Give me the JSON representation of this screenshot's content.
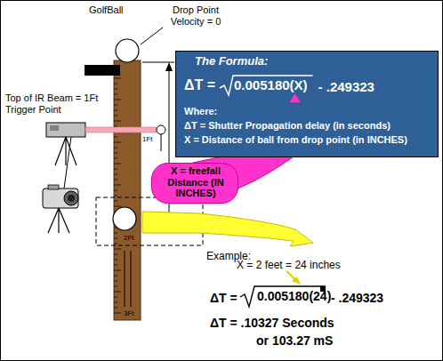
{
  "diagram": {
    "nodes": [
      {
        "text": [
          "The Formula:",
          "ΔT =",
          "0.005180(X)",
          "- .249323",
          "Where:",
          "ΔT = Shutter Propagation delay (in seconds)",
          "X = Distance of ball from drop point (in INCHES)"
        ]
      },
      {
        "text": [
          "X = freefall Distance (IN INCHES)"
        ]
      }
    ],
    "labels": [
      "GolfBall",
      "Drop Point Velocity = 0",
      "Top of IR Beam = 1Ft Trigger Point",
      "1Ft",
      "2Ft",
      "3Ft",
      "Example:",
      "X = 2 feet = 24 inches",
      "ΔT =",
      "0.005180(24)",
      "- .249323",
      "ΔT = .10327 Seconds",
      "or 103.27 mS"
    ]
  }
}
